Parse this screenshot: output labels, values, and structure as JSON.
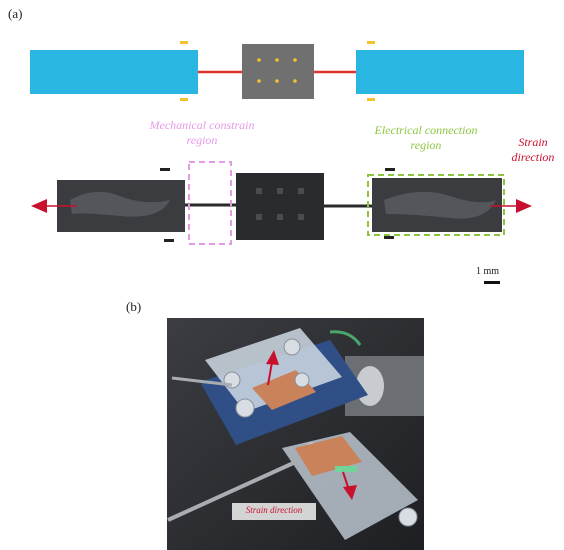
{
  "panel_a": {
    "label": "(a)",
    "mechanical_label_line1": "Mechanical constrain",
    "mechanical_label_line2": "region",
    "electrical_label_line1": "Electrical connection",
    "electrical_label_line2": "region",
    "strain_label_line1": "Strain",
    "strain_label_line2": "direction",
    "scale_bar_text": "1 mm"
  },
  "panel_b": {
    "label": "(b)",
    "strain_label": "Strain direction"
  },
  "colors": {
    "electrode_blue": "#29b6e0",
    "wire_red": "#e0322b",
    "chip_gray": "#707070",
    "pad_yellow": "#f2c230",
    "mechanical_pink": "#e59ae8",
    "electrical_green": "#8cc63e",
    "strain_red": "#c8102e"
  }
}
